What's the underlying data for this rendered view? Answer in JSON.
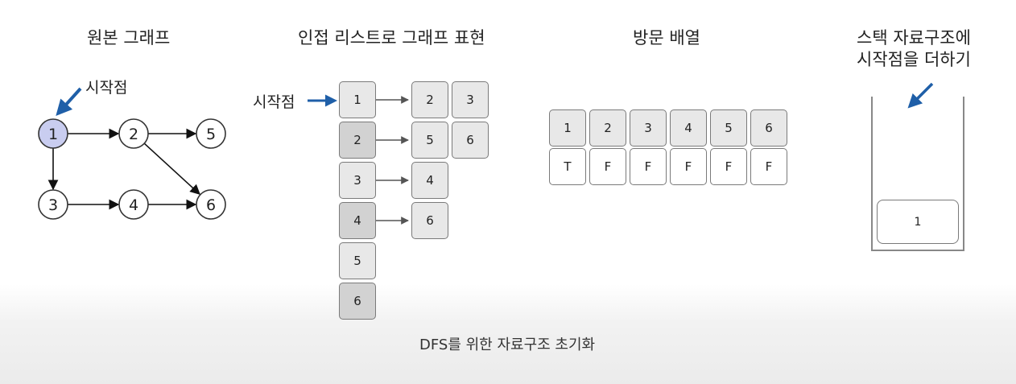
{
  "titles": {
    "graph": "원본 그래프",
    "adjacency": "인접 리스트로 그래프 표현",
    "visited": "방문 배열",
    "stack_line1": "스택 자료구조에",
    "stack_line2": "시작점을 더하기"
  },
  "start_label": "시작점",
  "graph": {
    "nodes": [
      "1",
      "2",
      "3",
      "4",
      "5",
      "6"
    ],
    "edges": [
      [
        "1",
        "2"
      ],
      [
        "2",
        "5"
      ],
      [
        "2",
        "6"
      ],
      [
        "1",
        "3"
      ],
      [
        "3",
        "4"
      ],
      [
        "4",
        "6"
      ]
    ],
    "start_node": "1"
  },
  "adjacency_list": [
    {
      "node": "1",
      "neighbors": [
        "2",
        "3"
      ]
    },
    {
      "node": "2",
      "neighbors": [
        "5",
        "6"
      ]
    },
    {
      "node": "3",
      "neighbors": [
        "4"
      ]
    },
    {
      "node": "4",
      "neighbors": [
        "6"
      ]
    },
    {
      "node": "5",
      "neighbors": []
    },
    {
      "node": "6",
      "neighbors": []
    }
  ],
  "visited_array": {
    "indices": [
      "1",
      "2",
      "3",
      "4",
      "5",
      "6"
    ],
    "values": [
      "T",
      "F",
      "F",
      "F",
      "F",
      "F"
    ]
  },
  "stack": [
    "1"
  ],
  "caption": "DFS를 위한 자료구조 초기화",
  "colors": {
    "start_node_fill": "#c9cdf0",
    "arrow_blue": "#1f5fa8",
    "cell_light": "#e8e8e8",
    "cell_dark": "#d2d2d2"
  }
}
